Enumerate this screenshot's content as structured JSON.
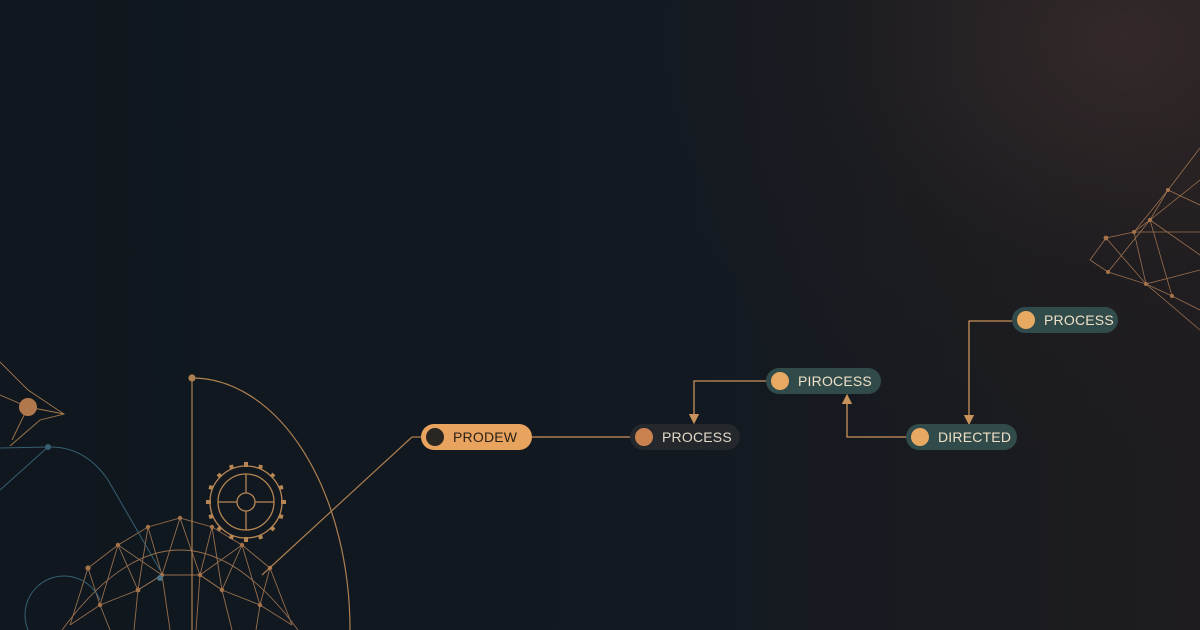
{
  "diagram": {
    "nodes": [
      {
        "id": "n1",
        "label": "PRODEW",
        "style": "orange"
      },
      {
        "id": "n2",
        "label": "PROCESS",
        "style": "dark"
      },
      {
        "id": "n3",
        "label": "PIROCESS",
        "style": "teal"
      },
      {
        "id": "n4",
        "label": "DIRECTED",
        "style": "teal"
      },
      {
        "id": "n5",
        "label": "PROCESS",
        "style": "teal"
      }
    ],
    "edges": [
      {
        "from": "n1",
        "to": "n2"
      },
      {
        "from": "n3",
        "to": "n2",
        "arrow": true
      },
      {
        "from": "n4",
        "to": "n3",
        "arrow": true
      },
      {
        "from": "n5",
        "to": "n4",
        "arrow": true
      }
    ],
    "decorations": [
      "gear-icon",
      "geodesic-dome",
      "node-network",
      "arc"
    ]
  },
  "colors": {
    "background": "#111820",
    "accent_orange": "#e8a35e",
    "node_teal": "#314a4a",
    "node_dark": "#24272b",
    "line": "#c9925a",
    "line_blue": "#3e6d80"
  }
}
